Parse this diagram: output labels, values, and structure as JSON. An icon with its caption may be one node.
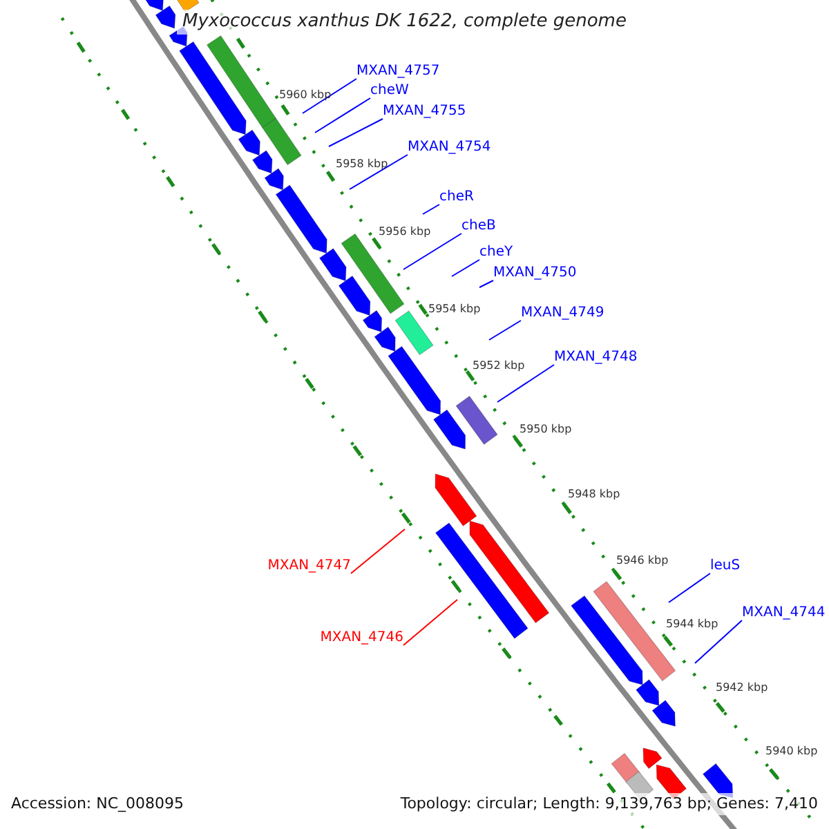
{
  "diagram": {
    "title": "Myxococcus xanthus DK 1622, complete genome",
    "nodes": [
      {
        "text": [
          "MXAN_4757"
        ]
      },
      {
        "text": [
          "cheW"
        ]
      },
      {
        "text": [
          "MXAN_4755"
        ]
      },
      {
        "text": [
          "MXAN_4754"
        ]
      },
      {
        "text": [
          "cheR"
        ]
      },
      {
        "text": [
          "cheB"
        ]
      },
      {
        "text": [
          "cheY"
        ]
      },
      {
        "text": [
          "MXAN_4750"
        ]
      },
      {
        "text": [
          "MXAN_4749"
        ]
      },
      {
        "text": [
          "MXAN_4748"
        ]
      },
      {
        "text": [
          "MXAN_4747"
        ]
      },
      {
        "text": [
          "MXAN_4746"
        ]
      },
      {
        "text": [
          "leuS"
        ]
      },
      {
        "text": [
          "MXAN_4744"
        ]
      },
      {
        "text": [],
        "shape": "bar"
      },
      {
        "text": [],
        "shape": "arrow"
      },
      {
        "text": [],
        "shape": "arrow"
      },
      {
        "text": [],
        "shape": "arrow"
      },
      {
        "text": [],
        "shape": "bar"
      },
      {
        "text": [],
        "shape": "arrow"
      },
      {
        "text": [],
        "shape": "bar"
      },
      {
        "text": [],
        "shape": "arrow"
      },
      {
        "text": [],
        "shape": "arrow"
      },
      {
        "text": [],
        "shape": "arrow"
      },
      {
        "text": [],
        "shape": "arrow"
      },
      {
        "text": [],
        "shape": "bar"
      },
      {
        "text": [],
        "shape": "arrow"
      },
      {
        "text": [],
        "shape": "arrow"
      },
      {
        "text": [],
        "shape": "arrow"
      },
      {
        "text": [],
        "shape": "bar"
      },
      {
        "text": [],
        "shape": "arrow"
      },
      {
        "text": [],
        "shape": "arrow"
      },
      {
        "text": [],
        "shape": "bar"
      },
      {
        "text": [],
        "shape": "arrow"
      },
      {
        "text": [],
        "shape": "arrow"
      },
      {
        "text": [],
        "shape": "arrow"
      },
      {
        "text": [],
        "shape": "bar"
      },
      {
        "text": [],
        "shape": "bar"
      },
      {
        "text": [],
        "shape": "arrow"
      },
      {
        "text": [],
        "shape": "arrow"
      },
      {
        "text": [],
        "shape": "arrow"
      },
      {
        "text": [],
        "shape": "arrow"
      },
      {
        "text": [],
        "shape": "bar"
      },
      {
        "text": [],
        "shape": "arrow"
      },
      {
        "text": [],
        "shape": "bar"
      },
      {
        "text": [],
        "shape": "arrow"
      }
    ],
    "edges": [
      {
        "from": 0,
        "to": null,
        "arrow": "none"
      },
      {
        "from": 1,
        "to": null,
        "arrow": "none"
      },
      {
        "from": 2,
        "to": null,
        "arrow": "none"
      },
      {
        "from": 3,
        "to": null,
        "arrow": "none"
      },
      {
        "from": 4,
        "to": null,
        "arrow": "none"
      },
      {
        "from": 5,
        "to": null,
        "arrow": "none"
      },
      {
        "from": 6,
        "to": null,
        "arrow": "none"
      },
      {
        "from": 7,
        "to": null,
        "arrow": "none"
      },
      {
        "from": 8,
        "to": null,
        "arrow": "none"
      },
      {
        "from": 9,
        "to": null,
        "arrow": "none"
      },
      {
        "from": 10,
        "to": null,
        "arrow": "none",
        "color": "#ff0000"
      },
      {
        "from": 11,
        "to": null,
        "arrow": "none",
        "color": "#ff0000"
      },
      {
        "from": 12,
        "to": null,
        "arrow": "none"
      },
      {
        "from": 13,
        "to": null,
        "arrow": "none"
      }
    ],
    "labels": [
      "5960 kbp",
      "5958 kbp",
      "5956 kbp",
      "5954 kbp",
      "5952 kbp",
      "5950 kbp",
      "5948 kbp",
      "5946 kbp",
      "5944 kbp",
      "5942 kbp",
      "5940 kbp",
      "Accession: NC_008095",
      "Topology: circular; Length: 9,139,763 bp; Genes: 7,410"
    ]
  }
}
